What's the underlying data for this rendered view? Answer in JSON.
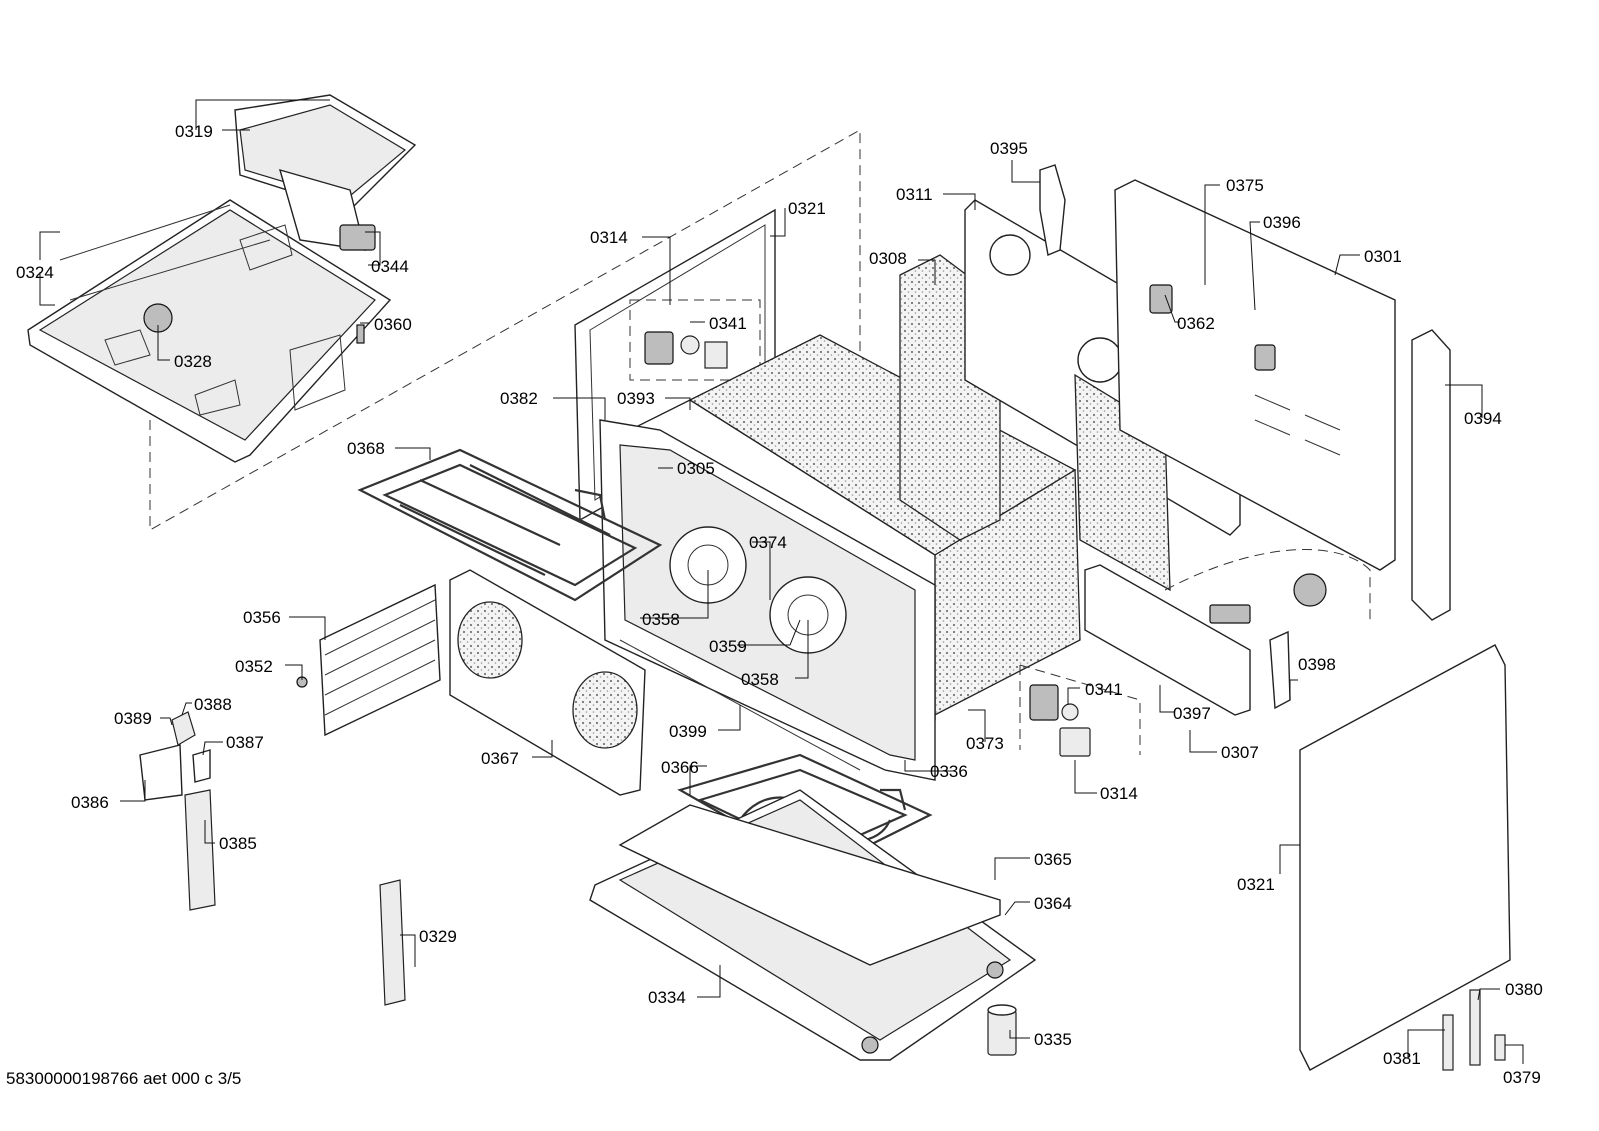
{
  "footer": "58300000198766 aet 000 c 3/5",
  "callouts": [
    "0319",
    "0324",
    "0344",
    "0328",
    "0360",
    "0314",
    "0321",
    "0341",
    "0393",
    "0382",
    "0368",
    "0305",
    "0374",
    "0358",
    "0359",
    "0358",
    "0356",
    "0352",
    "0367",
    "0399",
    "0389",
    "0388",
    "0387",
    "0386",
    "0385",
    "0329",
    "0366",
    "0334",
    "0335",
    "0365",
    "0364",
    "0311",
    "0308",
    "0395",
    "0375",
    "0396",
    "0301",
    "0362",
    "0394",
    "0341",
    "0373",
    "0336",
    "0314",
    "0397",
    "0307",
    "0398",
    "0321",
    "0380",
    "0381",
    "0379"
  ]
}
